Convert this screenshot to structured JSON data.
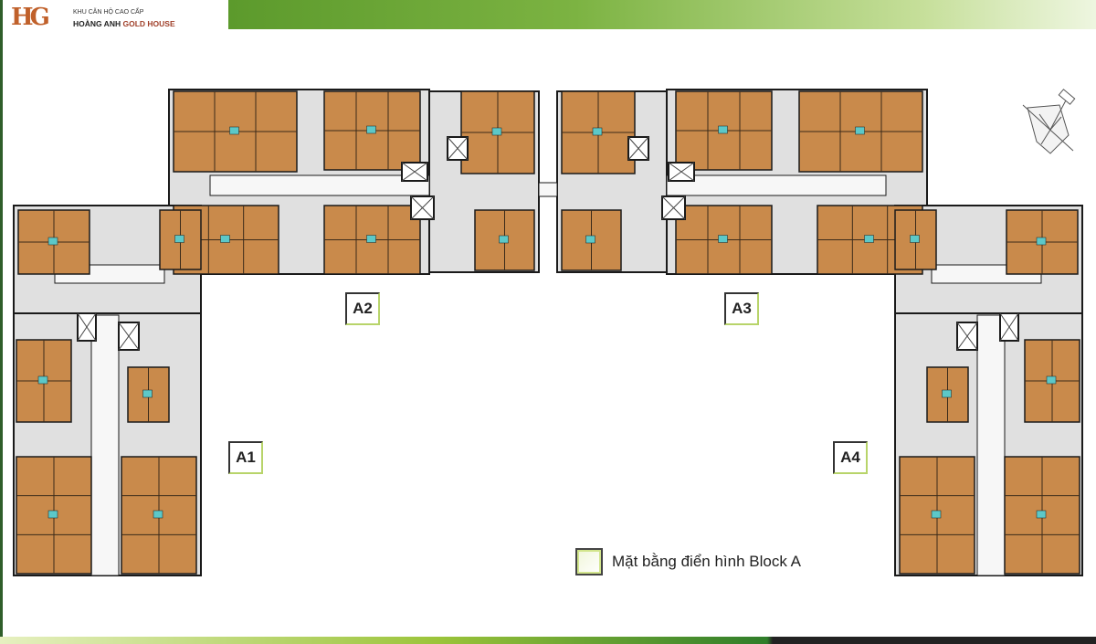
{
  "header": {
    "logo_mark": "HG",
    "logo_subtitle": "KHU CĂN HỘ CAO CẤP",
    "logo_name_part1": "HOÀNG ANH ",
    "logo_name_part2": "GOLD HOUSE"
  },
  "blocks": {
    "a1": "A1",
    "a2": "A2",
    "a3": "A3",
    "a4": "A4"
  },
  "legend": {
    "label": "Mặt bằng điển hình Block A"
  },
  "colors": {
    "unit": "#c98a4b",
    "corridor": "#e0e0e0",
    "wall": "#1a1a1a",
    "accent": "#7cb342"
  }
}
